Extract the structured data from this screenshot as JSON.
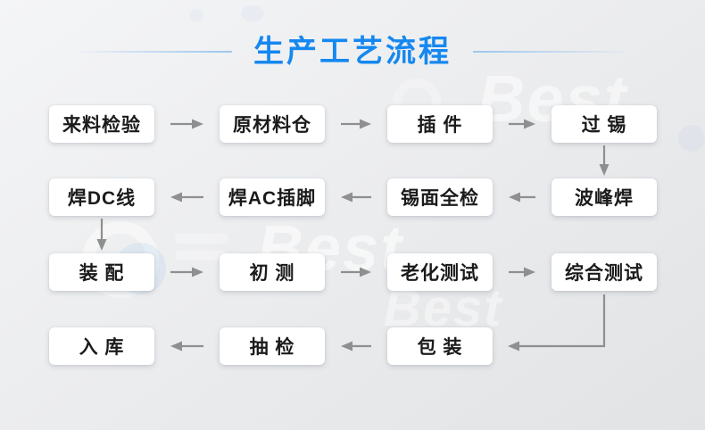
{
  "page": {
    "title": "生产工艺流程",
    "title_color": "#1588f0",
    "divider_color": "#9cc6ef",
    "background_color": "#e9ebed",
    "watermarks": [
      {
        "text": "Best"
      },
      {
        "text": "Best"
      },
      {
        "text": "Best"
      }
    ]
  },
  "diagram": {
    "box_background": "#ffffff",
    "box_text_color": "#1b1b1b",
    "arrow_color": "#8f8f8f",
    "nodes": [
      {
        "id": "incoming-inspection",
        "label": "来料检验",
        "row": 0,
        "col": 0
      },
      {
        "id": "raw-material-warehouse",
        "label": "原材料仓",
        "row": 0,
        "col": 1
      },
      {
        "id": "plug-in",
        "label": "插 件",
        "row": 0,
        "col": 2
      },
      {
        "id": "tinning",
        "label": "过 锡",
        "row": 0,
        "col": 3
      },
      {
        "id": "solder-dc-wire",
        "label": "焊DC线",
        "row": 1,
        "col": 0
      },
      {
        "id": "solder-ac-pins",
        "label": "焊AC插脚",
        "row": 1,
        "col": 1
      },
      {
        "id": "tin-surface-inspection",
        "label": "锡面全检",
        "row": 1,
        "col": 2
      },
      {
        "id": "wave-soldering",
        "label": "波峰焊",
        "row": 1,
        "col": 3
      },
      {
        "id": "assembly",
        "label": "装 配",
        "row": 2,
        "col": 0
      },
      {
        "id": "initial-test",
        "label": "初 测",
        "row": 2,
        "col": 1
      },
      {
        "id": "aging-test",
        "label": "老化测试",
        "row": 2,
        "col": 2
      },
      {
        "id": "comprehensive-test",
        "label": "综合测试",
        "row": 2,
        "col": 3
      },
      {
        "id": "warehousing",
        "label": "入 库",
        "row": 3,
        "col": 0
      },
      {
        "id": "sampling-inspection",
        "label": "抽 检",
        "row": 3,
        "col": 1
      },
      {
        "id": "packaging",
        "label": "包 装",
        "row": 3,
        "col": 2
      }
    ],
    "connections": [
      {
        "from": "incoming-inspection",
        "to": "raw-material-warehouse",
        "type": "right"
      },
      {
        "from": "raw-material-warehouse",
        "to": "plug-in",
        "type": "right"
      },
      {
        "from": "plug-in",
        "to": "tinning",
        "type": "right"
      },
      {
        "from": "tinning",
        "to": "wave-soldering",
        "type": "down"
      },
      {
        "from": "wave-soldering",
        "to": "tin-surface-inspection",
        "type": "left"
      },
      {
        "from": "tin-surface-inspection",
        "to": "solder-ac-pins",
        "type": "left"
      },
      {
        "from": "solder-ac-pins",
        "to": "solder-dc-wire",
        "type": "left"
      },
      {
        "from": "solder-dc-wire",
        "to": "assembly",
        "type": "down"
      },
      {
        "from": "assembly",
        "to": "initial-test",
        "type": "right"
      },
      {
        "from": "initial-test",
        "to": "aging-test",
        "type": "right"
      },
      {
        "from": "aging-test",
        "to": "comprehensive-test",
        "type": "right"
      },
      {
        "from": "comprehensive-test",
        "to": "packaging",
        "type": "elbow-down-left"
      },
      {
        "from": "packaging",
        "to": "sampling-inspection",
        "type": "left"
      },
      {
        "from": "sampling-inspection",
        "to": "warehousing",
        "type": "left"
      }
    ]
  }
}
